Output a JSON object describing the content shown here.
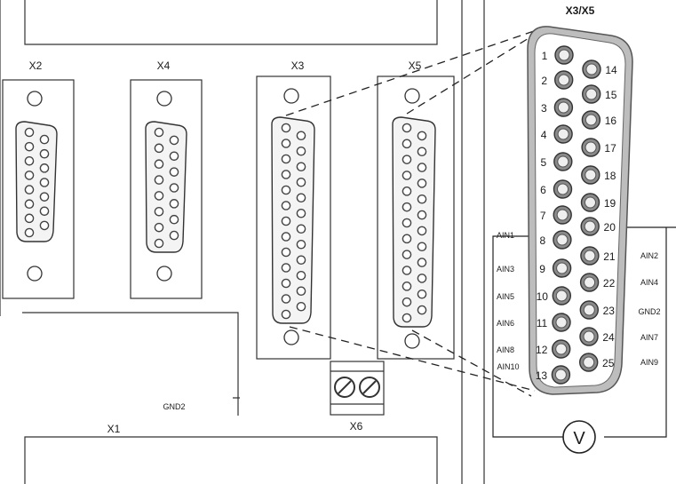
{
  "labels": {
    "x2": "X2",
    "x4": "X4",
    "x3": "X3",
    "x5": "X5",
    "x1": "X1",
    "x6": "X6",
    "gnd2_partial": "GND2",
    "detail_title": "X3/X5",
    "voltmeter": "V"
  },
  "pins": {
    "left_column": [
      "1",
      "2",
      "3",
      "4",
      "5",
      "6",
      "7",
      "8",
      "9",
      "10",
      "11",
      "12",
      "13"
    ],
    "right_column": [
      "14",
      "15",
      "16",
      "17",
      "18",
      "19",
      "20",
      "21",
      "22",
      "23",
      "24",
      "25"
    ]
  },
  "signals": {
    "left": [
      {
        "pin": "8",
        "name": "AIN1"
      },
      {
        "pin": "9",
        "name": "AIN3"
      },
      {
        "pin": "10",
        "name": "AIN5"
      },
      {
        "pin": "11",
        "name": "AIN6"
      },
      {
        "pin": "12",
        "name": "AIN8"
      },
      {
        "pin": "13",
        "name": "AIN10"
      }
    ],
    "right": [
      {
        "pin": "21",
        "name": "AIN2"
      },
      {
        "pin": "22",
        "name": "AIN4"
      },
      {
        "pin": "23",
        "name": "GND2"
      },
      {
        "pin": "24",
        "name": "AIN7"
      },
      {
        "pin": "25",
        "name": "AIN9"
      }
    ]
  }
}
